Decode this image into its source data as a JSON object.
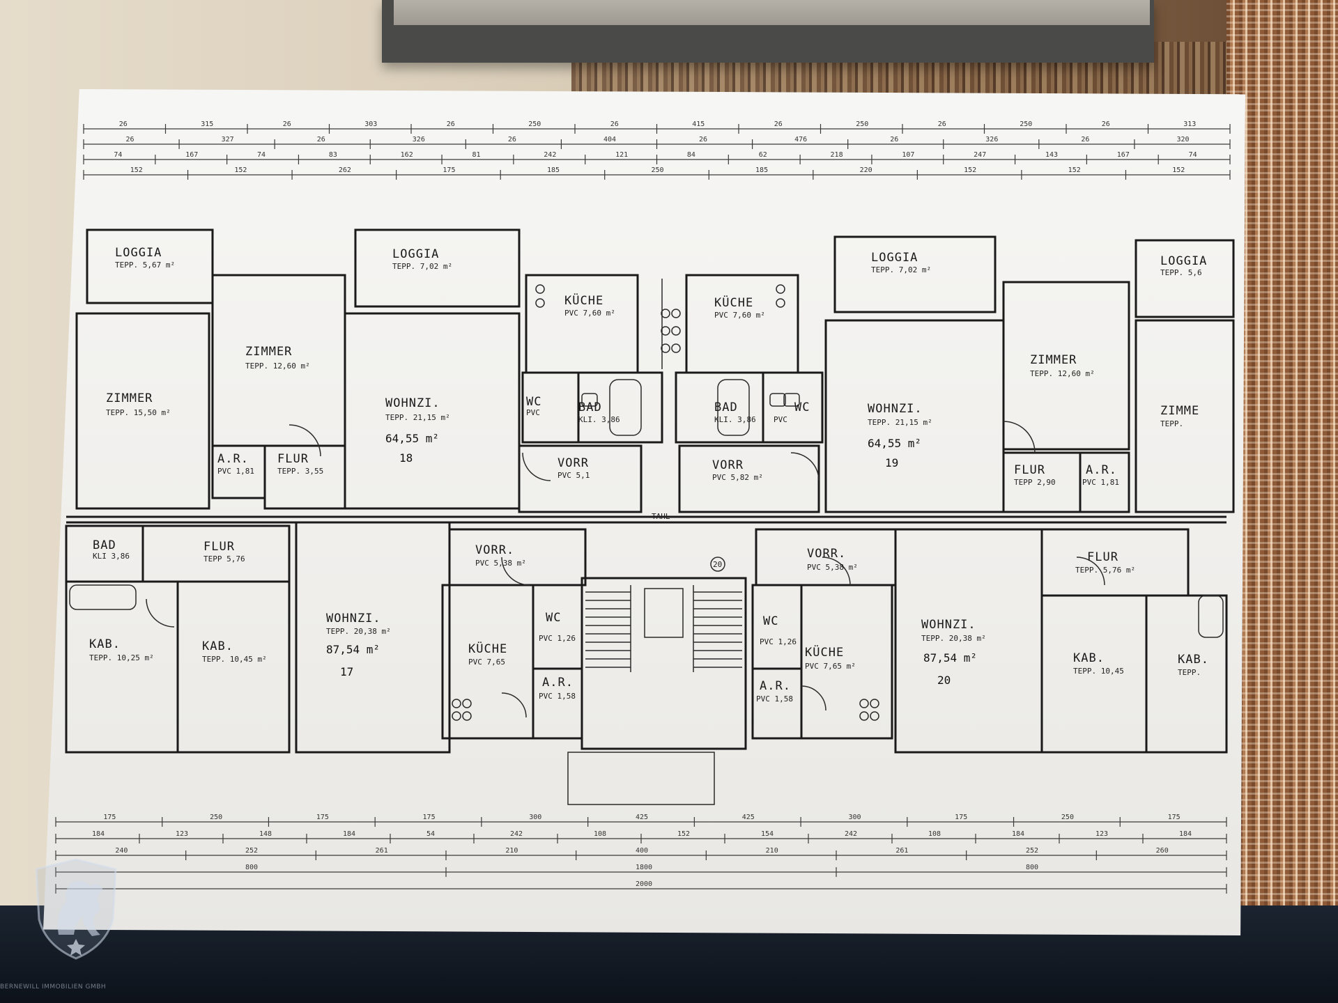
{
  "plan": {
    "dim_rows_top": [
      [
        "26",
        "315",
        "26",
        "303",
        "26",
        "250",
        "26",
        "415",
        "26",
        "250",
        "26",
        "250",
        "26",
        "313"
      ],
      [
        "26",
        "327",
        "26",
        "326",
        "26",
        "404",
        "26",
        "476",
        "26",
        "326",
        "26",
        "320"
      ],
      [
        "74",
        "167",
        "74",
        "83",
        "162",
        "81",
        "242",
        "121",
        "84",
        "62",
        "218",
        "107",
        "247",
        "143",
        "167",
        "74"
      ],
      [
        "152",
        "152",
        "262",
        "175",
        "185",
        "250",
        "185",
        "220",
        "152",
        "152",
        "152"
      ]
    ],
    "dim_rows_bottom": [
      [
        "175",
        "250",
        "175",
        "175",
        "300",
        "425",
        "425",
        "300",
        "175",
        "250",
        "175"
      ],
      [
        "184",
        "123",
        "148",
        "184",
        "54",
        "242",
        "108",
        "152",
        "154",
        "242",
        "108",
        "184",
        "123",
        "184"
      ],
      [
        "240",
        "252",
        "261",
        "210",
        "400",
        "210",
        "261",
        "252",
        "260"
      ],
      [
        "800",
        "1800",
        "800"
      ],
      [
        "2000"
      ]
    ],
    "loggias": [
      {
        "title": "LOGGIA",
        "sub": "TEPP. 5,67 m²"
      },
      {
        "title": "LOGGIA",
        "sub": "TEPP. 7,02 m²"
      },
      {
        "title": "LOGGIA",
        "sub": "TEPP. 7,02 m²"
      },
      {
        "title": "LOGGIA",
        "sub": "TEPP. 5,6"
      }
    ],
    "rooms_upper": [
      {
        "title": "ZIMMER",
        "sub": "TEPP. 15,50 m²"
      },
      {
        "title": "ZIMMER",
        "sub": "TEPP. 12,60 m²"
      },
      {
        "title": "WOHNZI.",
        "sub": "TEPP. 21,15 m²"
      },
      {
        "title": "KÜCHE",
        "sub": "PVC 7,60 m²"
      },
      {
        "title": "KÜCHE",
        "sub": "PVC 7,60 m²"
      },
      {
        "title": "WC",
        "sub": "PVC"
      },
      {
        "title": "BAD",
        "sub": "KLI. 3,86"
      },
      {
        "title": "BAD",
        "sub": "KLI. 3,86"
      },
      {
        "title": "WC",
        "sub": "PVC"
      },
      {
        "title": "WOHNZI.",
        "sub": "TEPP. 21,15 m²"
      },
      {
        "title": "ZIMMER",
        "sub": "TEPP. 12,60 m²"
      },
      {
        "title": "ZIMME",
        "sub": "TEPP."
      },
      {
        "title": "A.R.",
        "sub": "PVC 1,81"
      },
      {
        "title": "FLUR",
        "sub": "TEPP. 3,55"
      },
      {
        "title": "VORR",
        "sub": "PVC 5,1"
      },
      {
        "title": "VORR",
        "sub": "PVC 5,82 m²"
      },
      {
        "title": "FLUR",
        "sub": "TEPP 2,90"
      },
      {
        "title": "A.R.",
        "sub": "PVC 1,81"
      }
    ],
    "rooms_lower": [
      {
        "title": "BAD",
        "sub": "KLI 3,86"
      },
      {
        "title": "FLUR",
        "sub": "TEPP 5,76"
      },
      {
        "title": "KAB.",
        "sub": "TEPP. 10,25 m²"
      },
      {
        "title": "KAB.",
        "sub": "TEPP. 10,45 m²"
      },
      {
        "title": "WOHNZI.",
        "sub": "TEPP. 20,38 m²"
      },
      {
        "title": "VORR.",
        "sub": "PVC 5,38 m²"
      },
      {
        "title": "KÜCHE",
        "sub": "PVC 7,65"
      },
      {
        "title": "WC",
        "sub": "PVC 1,26"
      },
      {
        "title": "A.R.",
        "sub": "PVC 1,58"
      },
      {
        "title": "WC",
        "sub": "PVC 1,26"
      },
      {
        "title": "A.R.",
        "sub": "PVC 1,58"
      },
      {
        "title": "KÜCHE",
        "sub": "PVC 7,65 m²"
      },
      {
        "title": "VORR.",
        "sub": "PVC 5,38 m²"
      },
      {
        "title": "WOHNZI.",
        "sub": "TEPP. 20,38 m²"
      },
      {
        "title": "FLUR",
        "sub": "TEPP. 5,76 m²"
      },
      {
        "title": "KAB.",
        "sub": "TEPP. 10,45"
      },
      {
        "title": "KAB.",
        "sub": "TEPP."
      }
    ],
    "units": [
      {
        "area": "64,55 m²",
        "number": "18"
      },
      {
        "area": "64,55 m²",
        "number": "19"
      },
      {
        "area": "87,54 m²",
        "number": "17"
      },
      {
        "area": "87,54 m²",
        "number": "20"
      }
    ],
    "stair_labels": [
      "TAHL",
      "20"
    ]
  },
  "watermark": {
    "icon": "horse-shield-icon",
    "text": "BERNEWILL IMMOBILIEN GMBH"
  }
}
